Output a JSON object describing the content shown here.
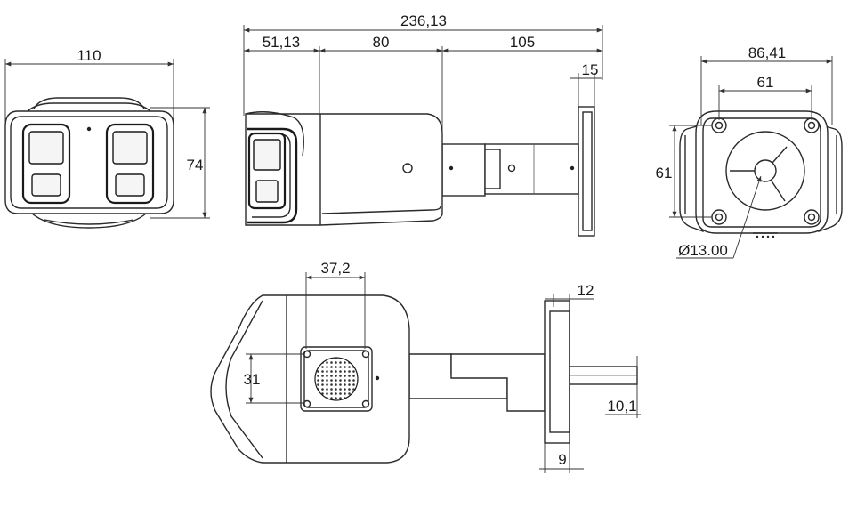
{
  "colors": {
    "line": "#2a2a2a",
    "background": "#ffffff",
    "text": "#1a1a1a"
  },
  "front_view": {
    "width": "110",
    "height": "74"
  },
  "side_view": {
    "overall_length": "236,13",
    "front_section": "51,13",
    "body_section": "80",
    "bracket_section": "105",
    "plate_thickness": "15"
  },
  "back_view": {
    "plate_width": "86,41",
    "hole_spacing_horizontal": "61",
    "hole_spacing_vertical": "61",
    "cable_hole": "Ø13.00"
  },
  "bottom_view": {
    "connector_width": "37,2",
    "connector_height": "31",
    "plate_thickness": "12",
    "arm_diameter": "10,1",
    "plate_offset": "9"
  }
}
